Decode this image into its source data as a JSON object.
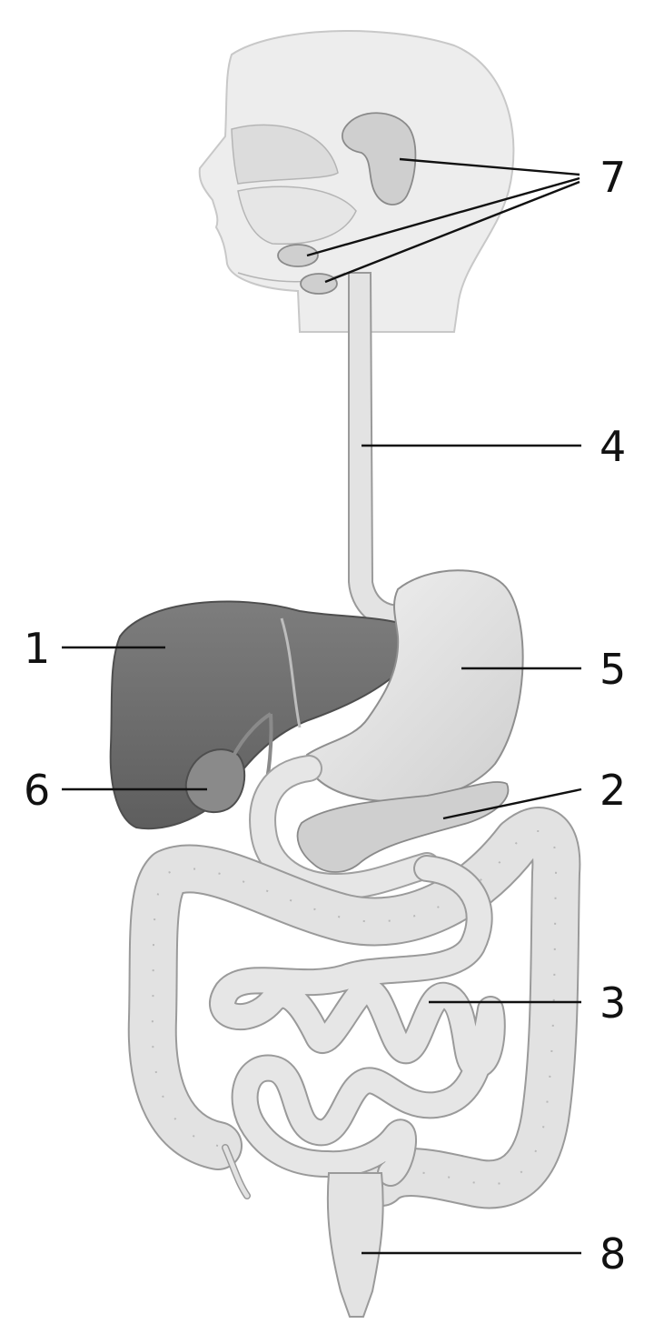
{
  "labels": {
    "liver": "1",
    "pancreas": "2",
    "small_intestine": "3",
    "esophagus": "4",
    "stomach": "5",
    "gallbladder": "6",
    "salivary_glands": "7",
    "rectum": "8"
  },
  "colors": {
    "head": "#ededed",
    "organ_light": "#e3e3e3",
    "organ_mid": "#cfcfcf",
    "liver": "#6f6f6f",
    "outline": "#9a9a9a",
    "leader": "#111111"
  }
}
